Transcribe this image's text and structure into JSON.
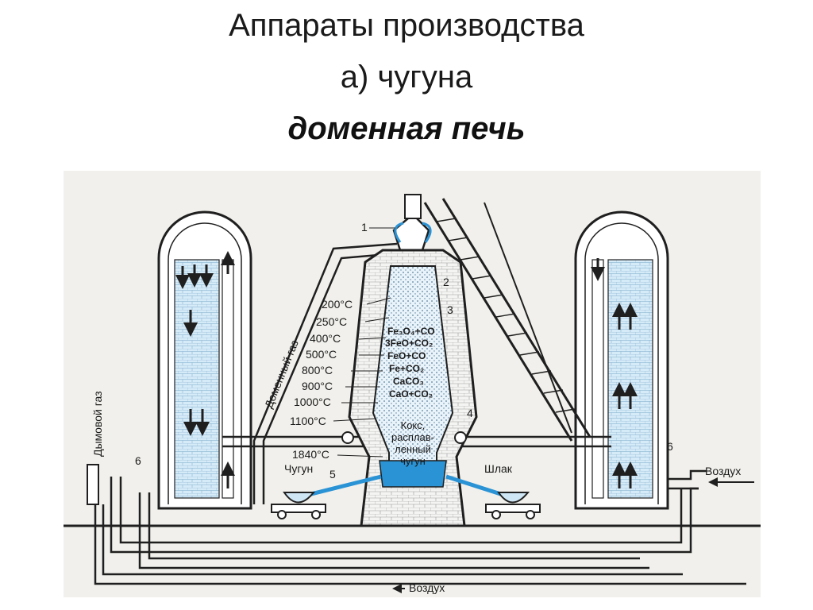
{
  "slide": {
    "title_line1": "Аппараты производства",
    "title_line2": "а) чугуна",
    "title_line3": "доменная печь"
  },
  "figure": {
    "temperatures": [
      "200°C",
      "250°C",
      "400°C",
      "500°C",
      "800°C",
      "900°C",
      "1000°C",
      "1100°C",
      "1840°C"
    ],
    "reactions": [
      "Fe₃O₄+CO",
      "3FeO+CO₂",
      "FeO+CO",
      "Fe+CO₂",
      "CaCO₃",
      "CaO+CO₂"
    ],
    "numbers": [
      "1",
      "2",
      "3",
      "4",
      "5",
      "6",
      "6"
    ],
    "labels": {
      "coke": "Кокс,",
      "molten": "расплав-",
      "molten2": "ленный",
      "iron_inner": "чугун",
      "iron_out": "Чугун",
      "slag": "Шлак",
      "air_right": "Воздух",
      "air_bottom": "Воздух",
      "blast_gas": "Доменный газ",
      "flue_gas": "Дымовой газ"
    },
    "colors": {
      "blue": "#2a93d5",
      "light_blue": "#cfe6f5",
      "ink": "#1f1f1f",
      "paper": "#f1f0ec"
    }
  }
}
